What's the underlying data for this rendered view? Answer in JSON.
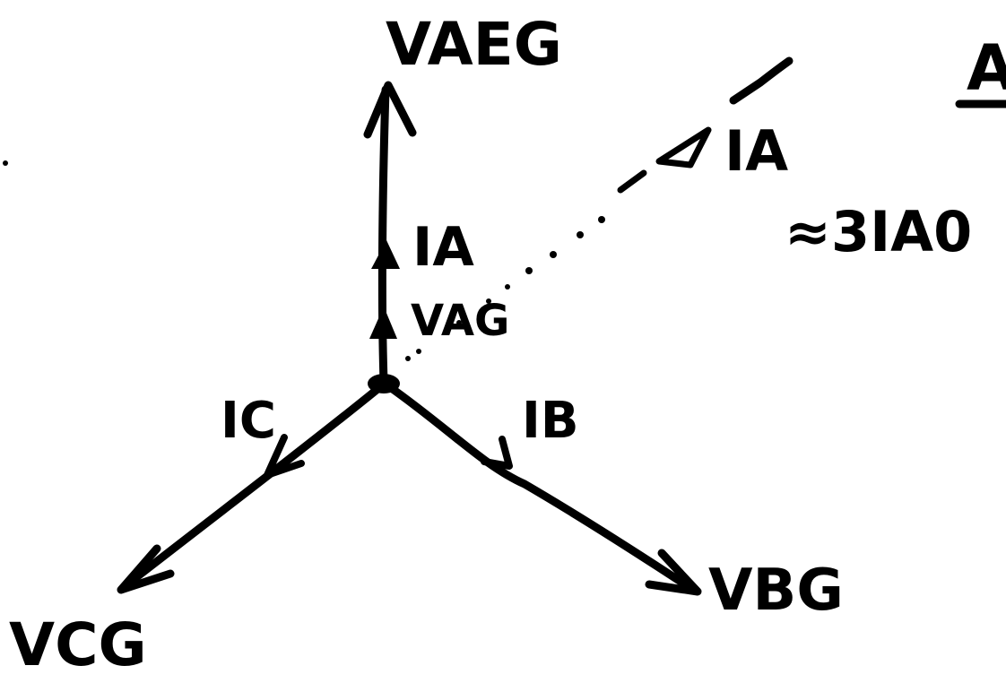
{
  "diagram": {
    "labels": {
      "v_aeg": "VAEG",
      "v_bg": "VBG",
      "v_cg": "VCG",
      "v_ag": "VAG",
      "i_a": "IA",
      "i_b": "IB",
      "i_c": "IC",
      "i_a_bar": "IA",
      "approx_3ia0": "≈3IA0",
      "corner_fragment": "A"
    },
    "colors": {
      "ink": "#000000",
      "paper": "#ffffff"
    }
  }
}
